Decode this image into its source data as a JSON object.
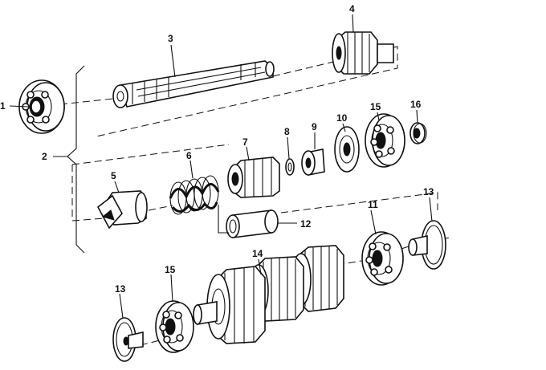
{
  "callouts": {
    "c1": "1",
    "c2": "2",
    "c3": "3",
    "c4": "4",
    "c5": "5",
    "c6": "6",
    "c7": "7",
    "c8": "8",
    "c9": "9",
    "c10": "10",
    "c11": "11",
    "c12": "12",
    "c13a": "13",
    "c13b": "13",
    "c14": "14",
    "c15a": "15",
    "c15b": "15",
    "c16": "16"
  }
}
